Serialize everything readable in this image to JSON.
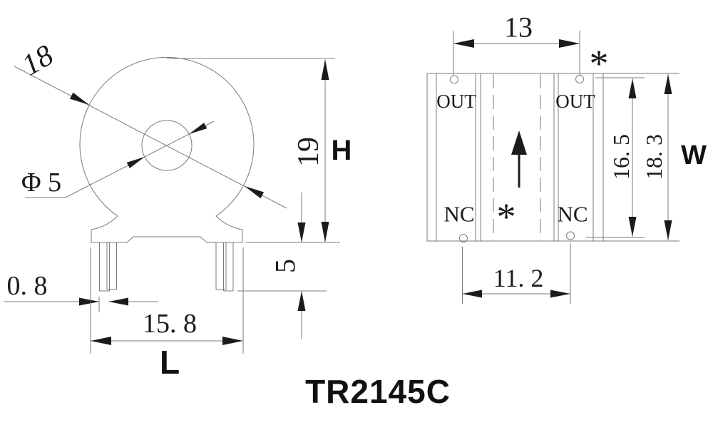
{
  "title": "TR2145C",
  "front": {
    "outer_dia": "18",
    "inner_dia": "Φ 5",
    "height_mm": "19",
    "height_label": "H",
    "pin_len": "5",
    "pin_w": "0. 8",
    "base_w": "15. 8",
    "base_label": "L"
  },
  "side": {
    "top_pitch": "13",
    "bottom_pitch": "11. 2",
    "inner_h": "16. 5",
    "outer_h": "18. 3",
    "width_label": "W",
    "out_left": "OUT",
    "out_right": "OUT",
    "nc_left": "NC",
    "nc_right": "NC",
    "star_top": "*",
    "star_center": "*"
  }
}
